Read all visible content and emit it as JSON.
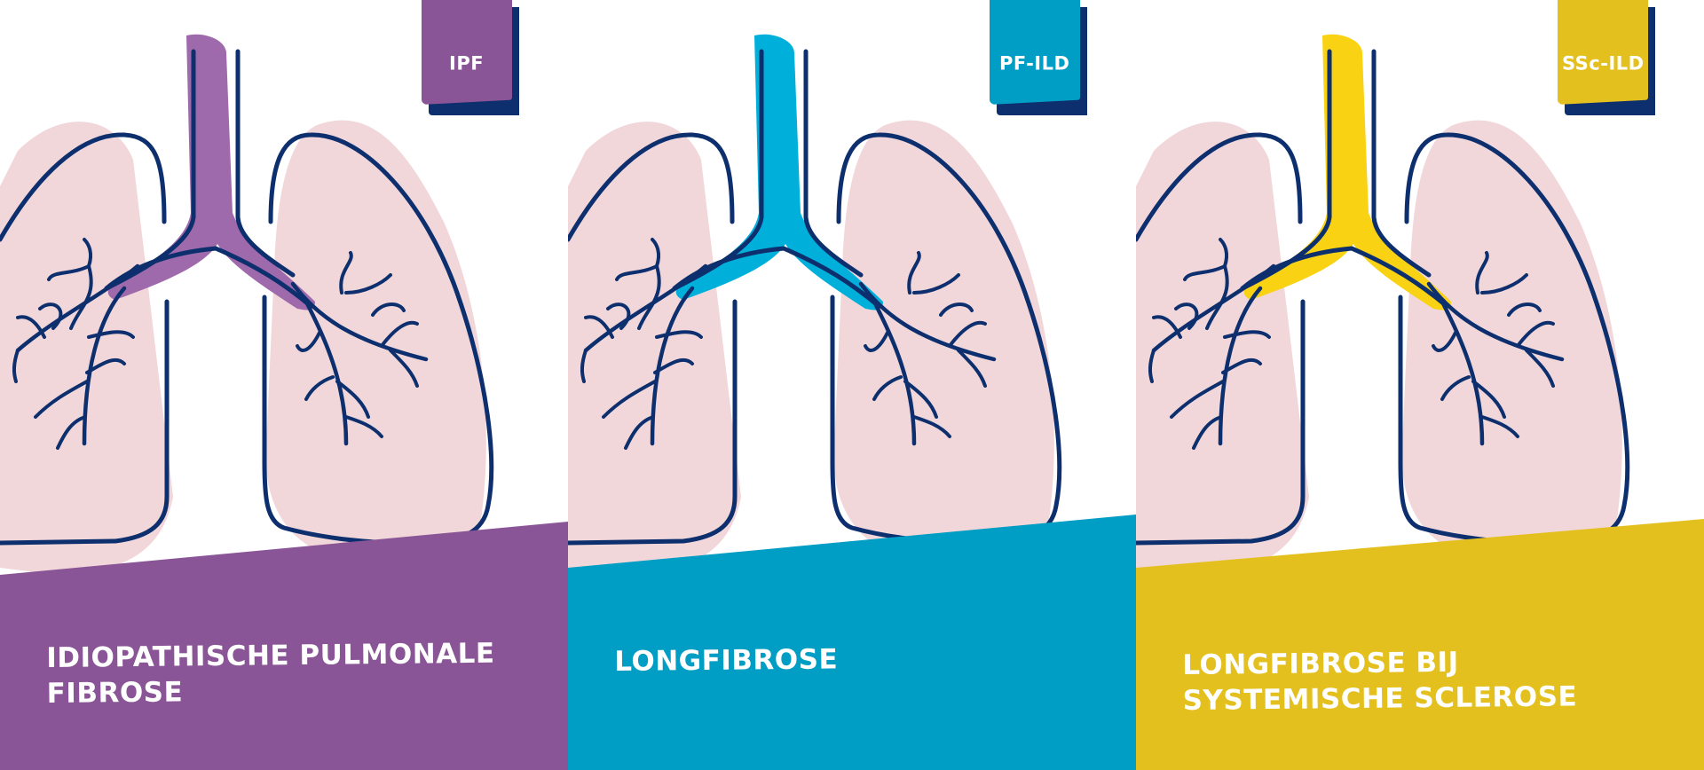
{
  "colors": {
    "outline": "#0d2f6e",
    "lung_fill": "#f1d7da",
    "ipf": "#8a5596",
    "ipf_trachea": "#9e6aab",
    "pfild": "#009dc4",
    "pfild_trachea": "#00b0da",
    "sscild": "#e4c01f",
    "sscild_trachea": "#f8d213"
  },
  "panels": [
    {
      "tag": "IPF",
      "title_lines": [
        "IDIOPATHISCHE PULMONALE",
        "FIBROSE"
      ]
    },
    {
      "tag": "PF-ILD",
      "title_lines": [
        "LONGFIBROSE"
      ]
    },
    {
      "tag": "SSc-ILD",
      "title_lines": [
        "LONGFIBROSE BIJ",
        "SYSTEMISCHE SCLEROSE"
      ]
    }
  ],
  "icons": [
    "lungs-illustration"
  ]
}
